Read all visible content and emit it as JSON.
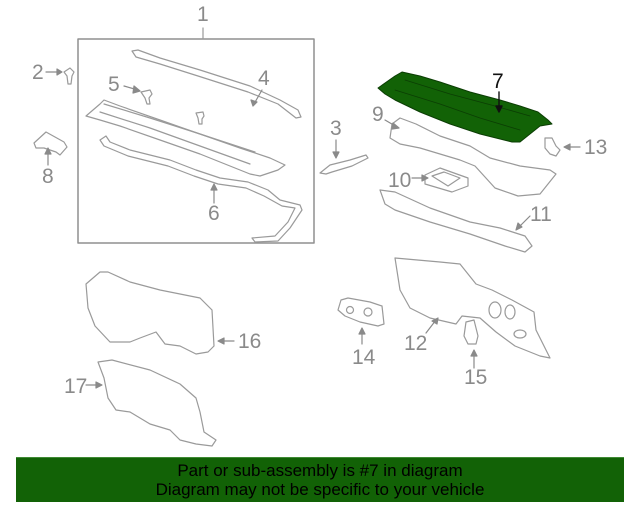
{
  "diagram": {
    "highlight_color": "#126206",
    "line_color": "#9a9a9a",
    "selected_part": "7",
    "callouts": [
      {
        "id": "1",
        "label": "1"
      },
      {
        "id": "2",
        "label": "2"
      },
      {
        "id": "3",
        "label": "3"
      },
      {
        "id": "4",
        "label": "4"
      },
      {
        "id": "5",
        "label": "5"
      },
      {
        "id": "6",
        "label": "6"
      },
      {
        "id": "7",
        "label": "7"
      },
      {
        "id": "8",
        "label": "8"
      },
      {
        "id": "9",
        "label": "9"
      },
      {
        "id": "10",
        "label": "10"
      },
      {
        "id": "11",
        "label": "11"
      },
      {
        "id": "12",
        "label": "12"
      },
      {
        "id": "13",
        "label": "13"
      },
      {
        "id": "14",
        "label": "14"
      },
      {
        "id": "15",
        "label": "15"
      },
      {
        "id": "16",
        "label": "16"
      },
      {
        "id": "17",
        "label": "17"
      }
    ]
  },
  "banner": {
    "line1": "Part or sub-assembly is #7 in diagram",
    "line2": "Diagram may not be specific to your vehicle",
    "background": "#126206"
  }
}
